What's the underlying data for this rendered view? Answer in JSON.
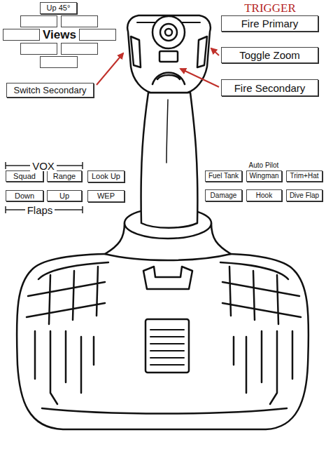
{
  "diagram": {
    "nodes": [
      {
        "text": [
          "Up 45°"
        ]
      },
      {
        "text": [
          "Fire Primary"
        ]
      },
      {
        "text": [
          "Toggle Zoom"
        ]
      },
      {
        "text": [
          "Switch Secondary"
        ]
      },
      {
        "text": [
          "Fire Secondary"
        ]
      },
      {
        "text": [
          "Squad"
        ]
      },
      {
        "text": [
          "Range"
        ]
      },
      {
        "text": [
          "Look Up"
        ]
      },
      {
        "text": [
          "Fuel Tank"
        ]
      },
      {
        "text": [
          "Wingman"
        ]
      },
      {
        "text": [
          "Trim+Hat"
        ]
      },
      {
        "text": [
          "Down"
        ]
      },
      {
        "text": [
          "Up"
        ]
      },
      {
        "text": [
          "WEP"
        ]
      },
      {
        "text": [
          "Damage"
        ]
      },
      {
        "text": [
          "Hook"
        ]
      },
      {
        "text": [
          "Dive Flap"
        ]
      }
    ],
    "labels": [
      "TRIGGER",
      "Views",
      "VOX",
      "Flaps",
      "Auto Pilot"
    ]
  }
}
